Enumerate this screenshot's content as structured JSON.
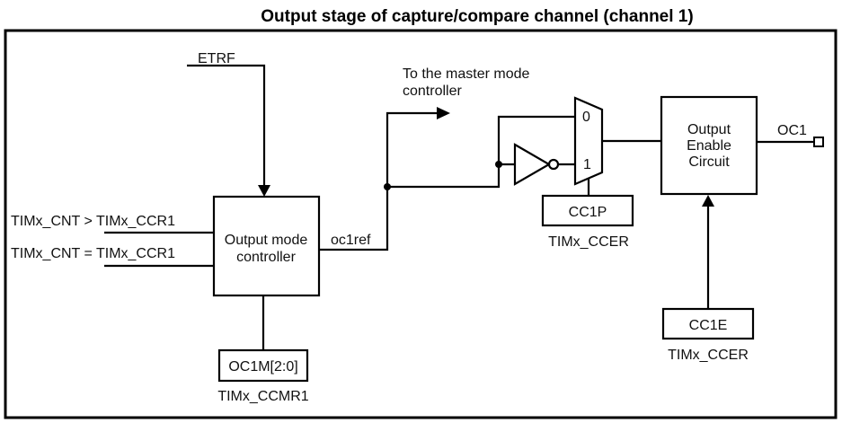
{
  "title": "Output stage of capture/compare channel (channel 1)",
  "signals": {
    "etrf": "ETRF",
    "cnt_gt_ccr1": "TIMx_CNT > TIMx_CCR1",
    "cnt_eq_ccr1": "TIMx_CNT = TIMx_CCR1",
    "oc1ref": "oc1ref",
    "master_mode_line1": "To the master mode",
    "master_mode_line2": "controller",
    "oc1": "OC1"
  },
  "blocks": {
    "output_mode_controller": {
      "line1": "Output mode",
      "line2": "controller"
    },
    "output_enable_circuit": {
      "line1": "Output",
      "line2": "Enable",
      "line3": "Circuit"
    },
    "mux": {
      "input0": "0",
      "input1": "1"
    }
  },
  "registers": {
    "oc1m": {
      "field": "OC1M[2:0]",
      "register": "TIMx_CCMR1"
    },
    "cc1p": {
      "field": "CC1P",
      "register": "TIMx_CCER"
    },
    "cc1e": {
      "field": "CC1E",
      "register": "TIMx_CCER"
    }
  }
}
